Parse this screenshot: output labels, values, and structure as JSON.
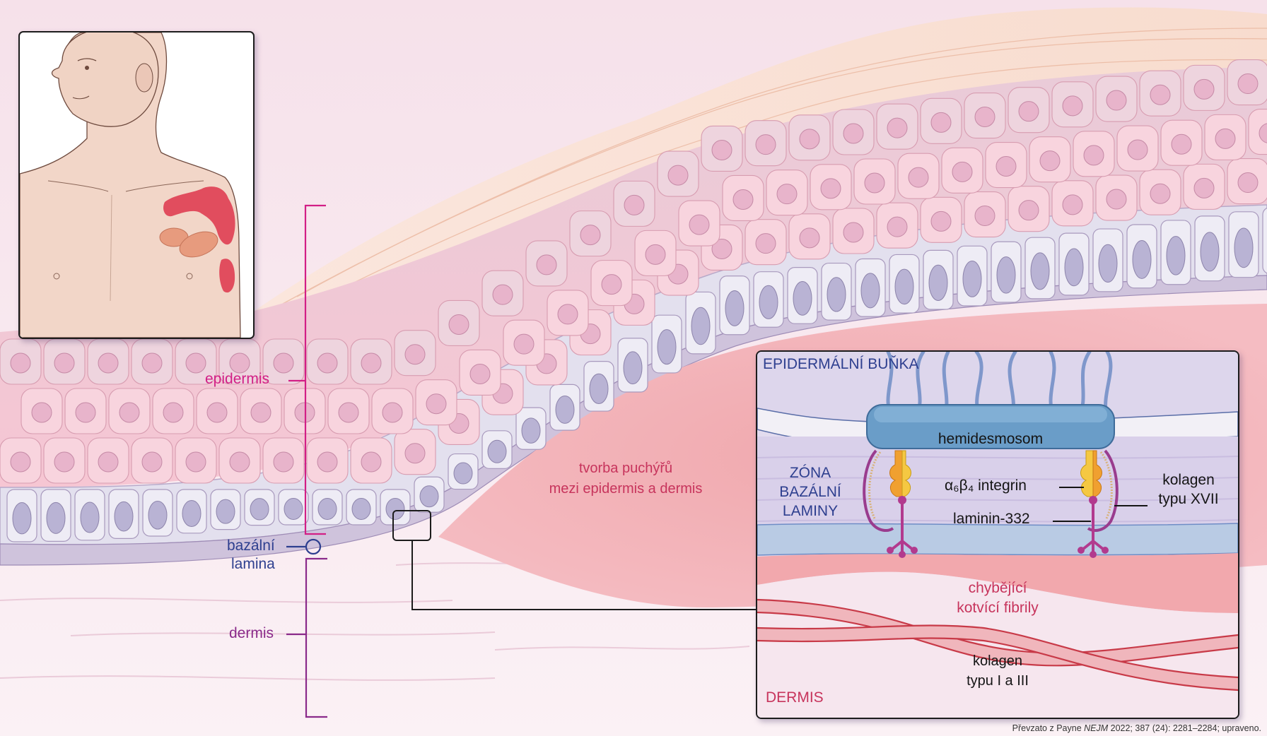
{
  "colors": {
    "epidermis_label": "#d21f86",
    "dermis_label": "#8a2a8a",
    "basal_label": "#2e3f8f",
    "blister_label": "#c7345c",
    "inset_blue_label": "#2e3f8f",
    "inset_dermis_label": "#c7345c",
    "hemidesmosome": "#6a9dc8",
    "integrin_alpha": "#f0a030",
    "integrin_beta": "#f5c842",
    "laminin": "#b23a8e",
    "collagen17": "#9a3c8e"
  },
  "main": {
    "labels": {
      "epidermis": "epidermis",
      "basal_lamina_line1": "bazální",
      "basal_lamina_line2": "lamina",
      "dermis": "dermis",
      "blister_line1": "tvorba puchýřů",
      "blister_line2": "mezi epidermis a dermis"
    }
  },
  "patient_inset": {
    "icon": "patient-with-blisters-illustration"
  },
  "detail_inset": {
    "epidermal_cell": "EPIDERMÁLNÍ BUŇKA",
    "hemidesmosome": "hemidesmosom",
    "zone_line1": "ZÓNA",
    "zone_line2": "BAZÁLNÍ",
    "zone_line3": "LAMINY",
    "integrin": "α₆β₄ integrin",
    "laminin": "laminin-332",
    "collagen17_line1": "kolagen",
    "collagen17_line2": "typu XVII",
    "missing_line1": "chybějící",
    "missing_line2": "kotvící fibrily",
    "collagen13_line1": "kolagen",
    "collagen13_line2": "typu I a III",
    "dermis": "DERMIS"
  },
  "credit": {
    "prefix": "Převzato z Payne ",
    "journal": "NEJM",
    "suffix": " 2022; 387 (24): 2281–2284; upraveno."
  }
}
